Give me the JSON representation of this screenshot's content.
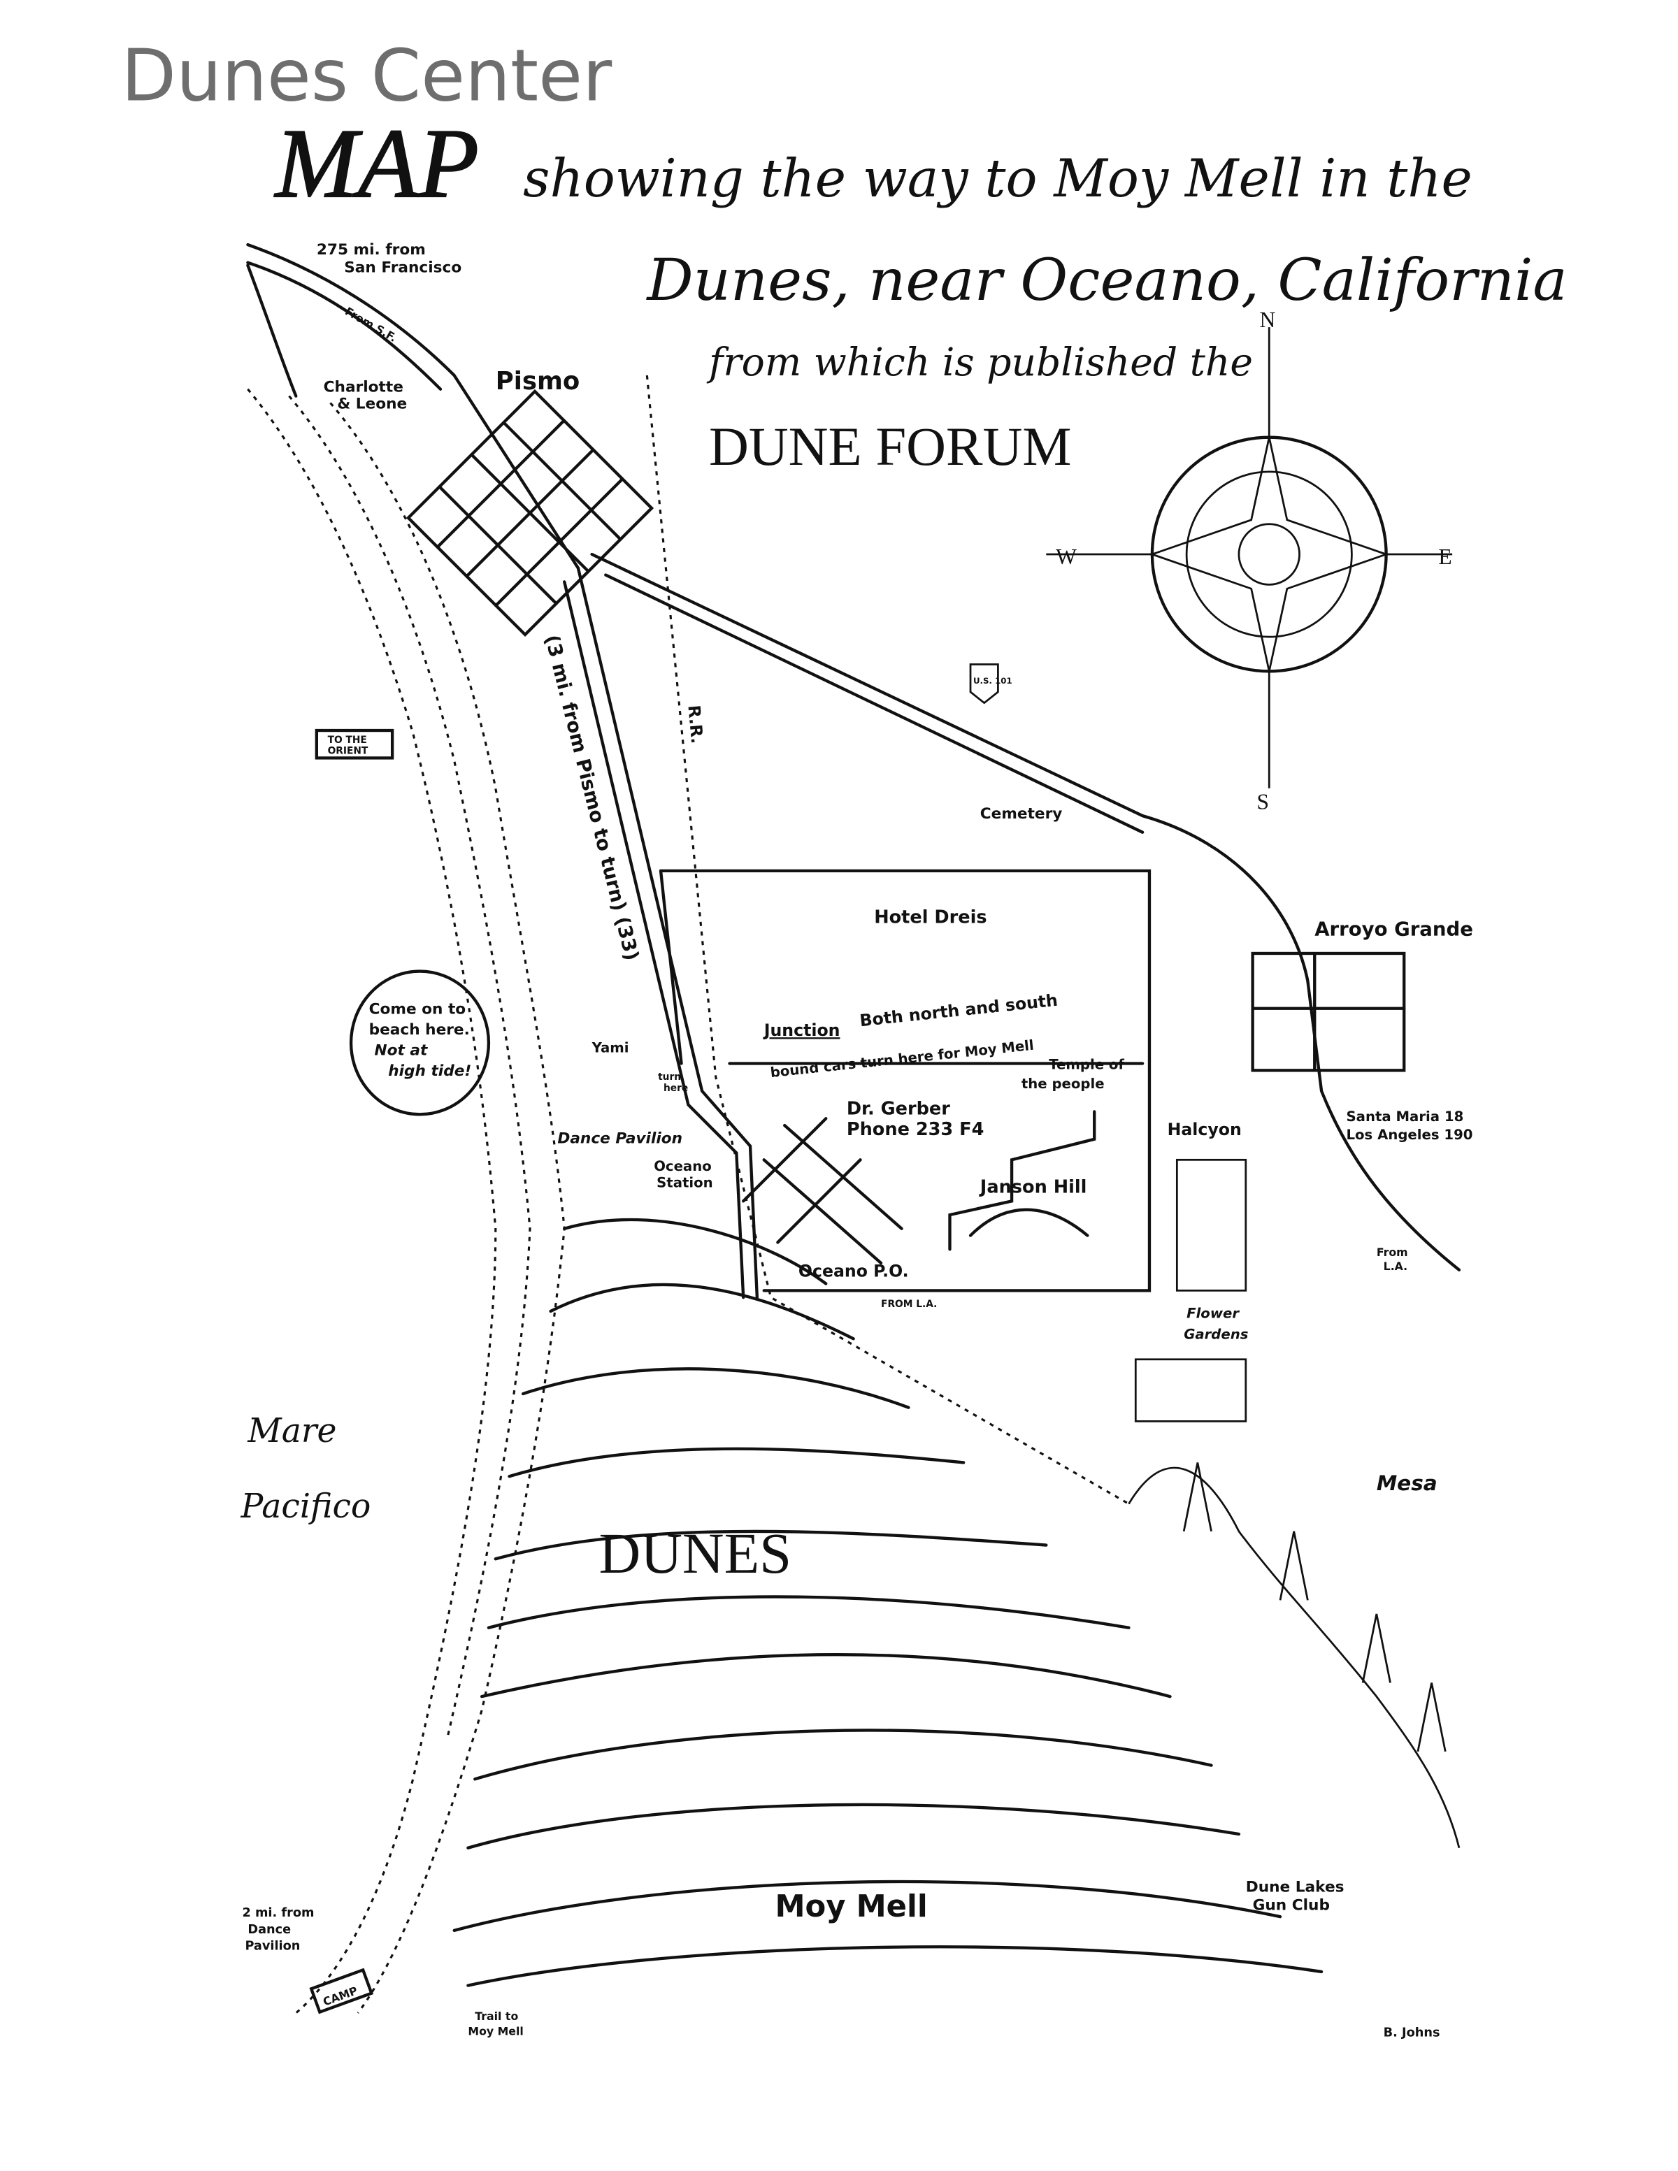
{
  "watermark": "Dunes Center",
  "title": {
    "map": "MAP",
    "line1": "showing the way to Moy Mell in the",
    "line2": "Dunes, near Oceano, California",
    "line3": "from which is published the",
    "line4": "DUNE FORUM"
  },
  "compass": {
    "n": "N",
    "s": "S",
    "e": "E",
    "w": "W"
  },
  "labels": {
    "sf_distance_1": "275 mi. from",
    "sf_distance_2": "San Francisco",
    "from_sf": "From S.F.",
    "pismo": "Pismo",
    "charlotte_1": "Charlotte",
    "charlotte_2": "& Leone",
    "orient_1": "TO THE",
    "orient_2": "ORIENT",
    "road_note": "(3 mi. from Pismo to turn) (33)",
    "rr": "R.R.",
    "us101": "U.S. 101",
    "cemetery": "Cemetery",
    "hotel": "Hotel Dreis",
    "arroyo": "Arroyo Grande",
    "beach_1": "Come on to",
    "beach_2": "beach here.",
    "beach_3": "Not at",
    "beach_4": "high tide!",
    "yami": "Yami",
    "turn_here_1": "turn",
    "turn_here_2": "here",
    "junction": "Junction",
    "junction_note_1": "Both north and south",
    "junction_note_2": "bound cars turn here for Moy Mell",
    "temple_1": "Temple of",
    "temple_2": "the people",
    "gerber_1": "Dr. Gerber",
    "gerber_2": "Phone 233 F4",
    "dance_pavilion": "Dance Pavilion",
    "halcyon": "Halcyon",
    "oceano_station_1": "Oceano",
    "oceano_station_2": "Station",
    "janson_hill": "Janson Hill",
    "oceano_po": "Oceano P.O.",
    "santa_maria": "Santa Maria 18",
    "los_angeles": "Los Angeles 190",
    "from_la_right_1": "From",
    "from_la_right_2": "L.A.",
    "from_la_road": "FROM L.A.",
    "flower_1": "Flower",
    "flower_2": "Gardens",
    "mare_1": "Mare",
    "mare_2": "Pacifico",
    "mesa": "Mesa",
    "dunes": "DUNES",
    "moy_mell": "Moy Mell",
    "gun_club_1": "Dune Lakes",
    "gun_club_2": "Gun Club",
    "pavilion_dist_1": "2 mi. from",
    "pavilion_dist_2": "Dance",
    "pavilion_dist_3": "Pavilion",
    "camp": "CAMP",
    "trail_1": "Trail to",
    "trail_2": "Moy Mell",
    "signature": "B. Johns"
  }
}
